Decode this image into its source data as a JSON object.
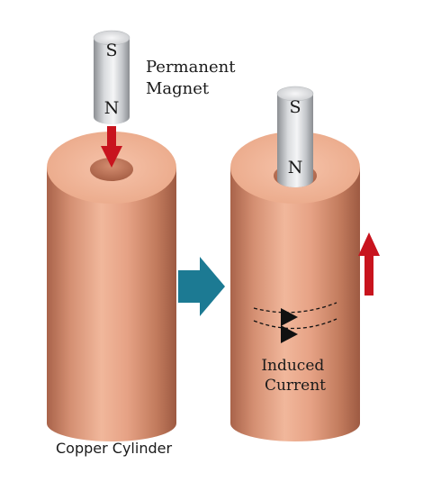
{
  "labels": {
    "magnet": [
      "Permanent",
      "Magnet"
    ],
    "induced_current": [
      "Induced",
      "Current"
    ],
    "cylinder": "Copper Cylinder"
  },
  "magnet_left": {
    "top_pole": "S",
    "bottom_pole": "N"
  },
  "magnet_right": {
    "top_pole": "S",
    "bottom_pole": "N"
  },
  "colors": {
    "copper": "#e8a487",
    "copper_dark": "#b77052",
    "red_arrow": "#c8141e",
    "teal_arrow": "#1c7a93"
  }
}
